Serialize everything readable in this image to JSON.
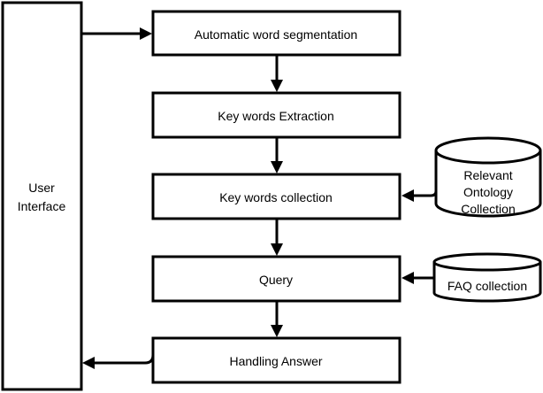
{
  "diagram": {
    "user_interface": {
      "lines": [
        "User",
        "Interface"
      ]
    },
    "steps": [
      {
        "label": "Automatic word segmentation"
      },
      {
        "label": "Key words Extraction"
      },
      {
        "label": "Key words collection"
      },
      {
        "label": "Query"
      },
      {
        "label": "Handling Answer"
      }
    ],
    "databases": {
      "ontology": {
        "lines": [
          "Relevant",
          "Ontology",
          "Collection"
        ]
      },
      "faq": {
        "label": "FAQ collection"
      }
    },
    "colors": {
      "stroke": "#000000",
      "fill": "#ffffff",
      "text": "#000000"
    }
  }
}
